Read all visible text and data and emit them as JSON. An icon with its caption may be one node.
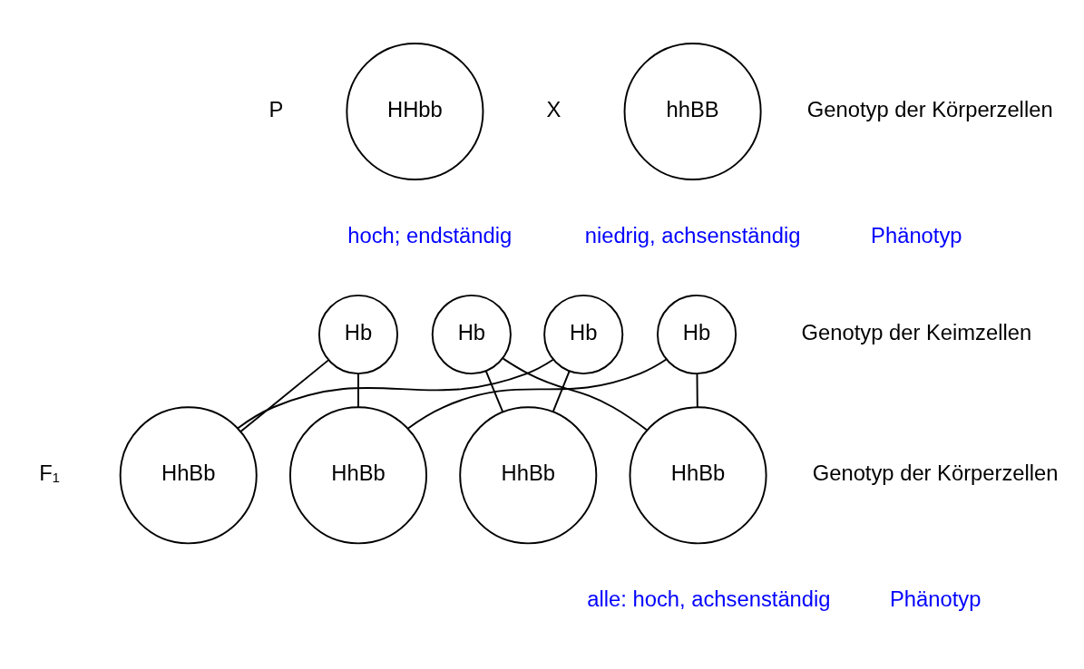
{
  "diagram": {
    "nodes": [
      {
        "text": [
          "HHbb"
        ],
        "beside": [
          "hoch; endständig"
        ]
      },
      {
        "text": [
          "hhBB"
        ],
        "beside": [
          "niedrig, achsenständig"
        ]
      },
      {
        "text": [
          "Hb"
        ]
      },
      {
        "text": [
          "Hb"
        ]
      },
      {
        "text": [
          "Hb"
        ]
      },
      {
        "text": [
          "Hb"
        ]
      },
      {
        "text": [
          "HhBb"
        ]
      },
      {
        "text": [
          "HhBb"
        ]
      },
      {
        "text": [
          "HhBb"
        ]
      },
      {
        "text": [
          "HhBb"
        ]
      }
    ],
    "edges": [
      {
        "from": 2,
        "to": 6,
        "arrow": "none"
      },
      {
        "from": 2,
        "to": 7,
        "arrow": "none"
      },
      {
        "from": 3,
        "to": 8,
        "arrow": "none"
      },
      {
        "from": 3,
        "to": 9,
        "arrow": "none"
      },
      {
        "from": 4,
        "to": 6,
        "arrow": "none"
      },
      {
        "from": 4,
        "to": 8,
        "arrow": "none"
      },
      {
        "from": 5,
        "to": 7,
        "arrow": "none"
      },
      {
        "from": 5,
        "to": 9,
        "arrow": "none"
      }
    ],
    "labels": [
      "P",
      "X",
      "Genotyp der Körperzellen",
      "Phänotyp",
      "Genotyp der Keimzellen",
      "F₁",
      "Genotyp der Körperzellen",
      "alle: hoch, achsenständig",
      "Phänotyp"
    ]
  }
}
